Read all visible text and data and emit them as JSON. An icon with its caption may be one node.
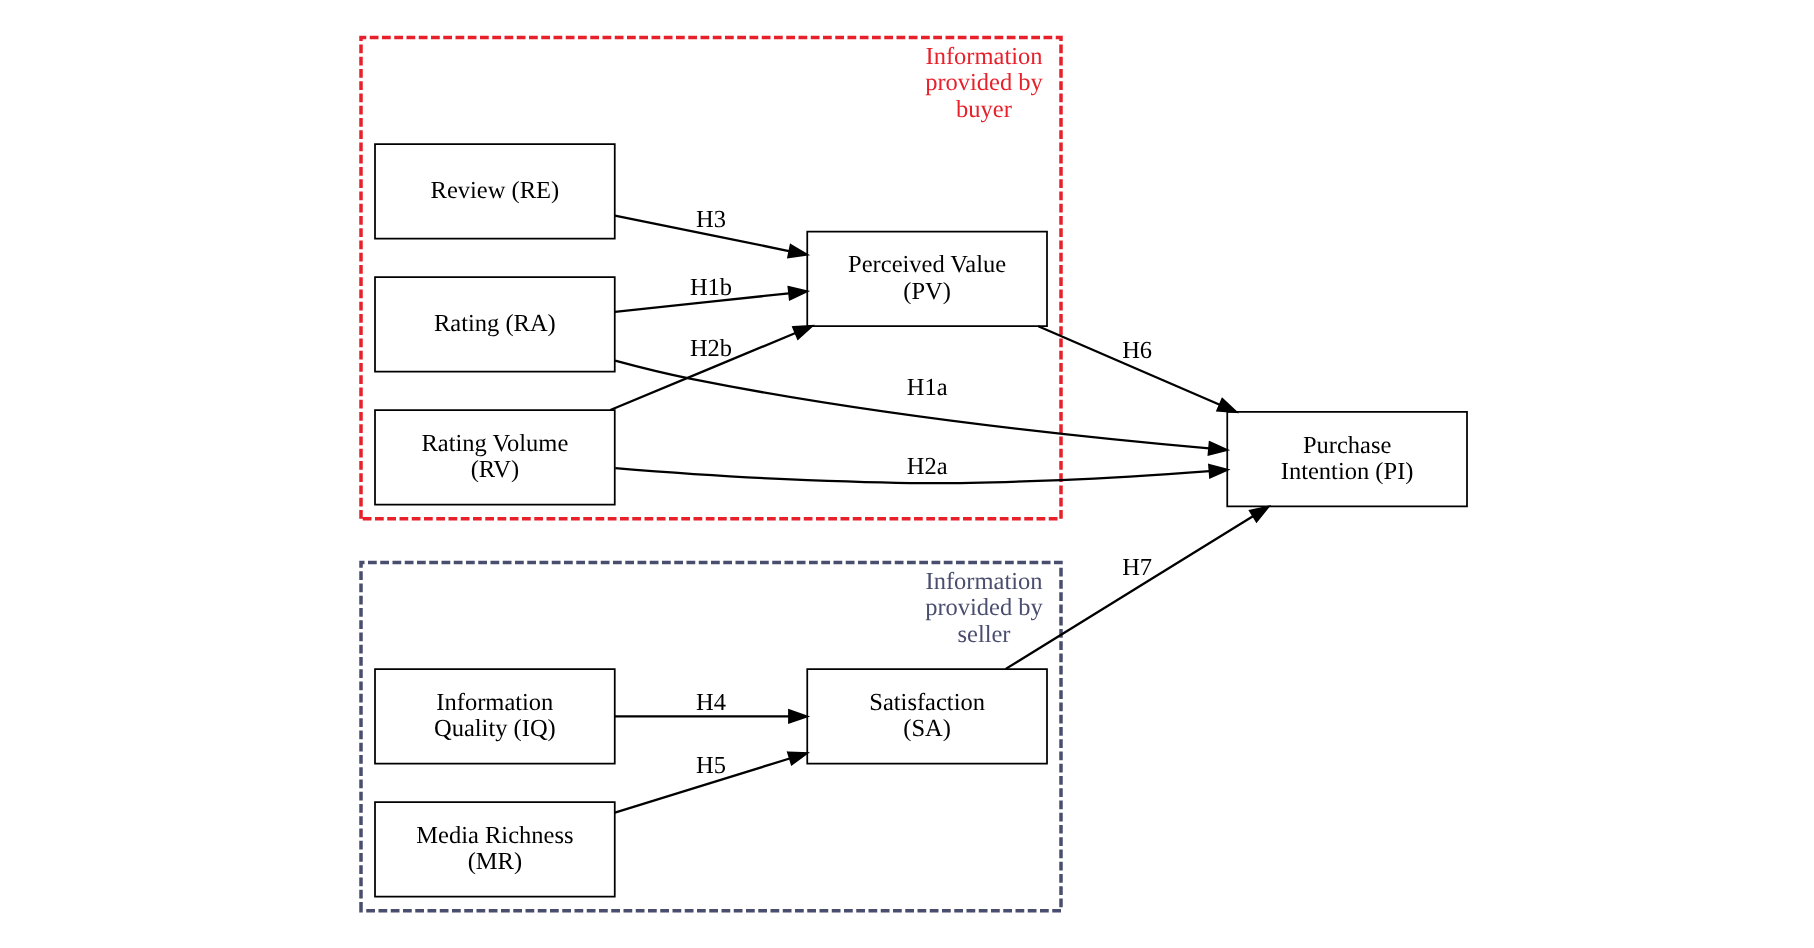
{
  "diagram": {
    "nodes": [
      {
        "text": [
          "Information provided by buyer"
        ]
      },
      {
        "text": [
          "Rating (RA)"
        ],
        "in": 0
      },
      {
        "text": [
          "Rating Volume (RV)"
        ],
        "in": 0
      },
      {
        "text": [
          "Review (RE)"
        ],
        "in": 0
      },
      {
        "text": [
          "Perceived Value (PV)"
        ],
        "in": 0
      },
      {
        "text": [
          "Purchase Intention (PI)"
        ]
      },
      {
        "text": [
          "Information provided by seller"
        ]
      },
      {
        "text": [
          "Information Quality (IQ)"
        ],
        "in": 6
      },
      {
        "text": [
          "Media Richness (MR)"
        ],
        "in": 6
      },
      {
        "text": [
          "Satisfaction (SA)"
        ],
        "in": 6
      }
    ],
    "edges": [
      {
        "from": 1,
        "to": 5,
        "arrow": "to",
        "label": "H1a"
      },
      {
        "from": 1,
        "to": 4,
        "arrow": "to",
        "label": "H1b"
      },
      {
        "from": 2,
        "to": 5,
        "arrow": "to",
        "label": "H2a"
      },
      {
        "from": 2,
        "to": 4,
        "arrow": "to",
        "label": "H2b"
      },
      {
        "from": 3,
        "to": 4,
        "arrow": "to",
        "label": "H3"
      },
      {
        "from": 4,
        "to": 5,
        "arrow": "to",
        "label": "H6"
      },
      {
        "from": 7,
        "to": 9,
        "arrow": "to",
        "label": "H4"
      },
      {
        "from": 8,
        "to": 9,
        "arrow": "to",
        "label": "H5"
      },
      {
        "from": 9,
        "to": 5,
        "arrow": "to",
        "label": "H7"
      }
    ]
  }
}
